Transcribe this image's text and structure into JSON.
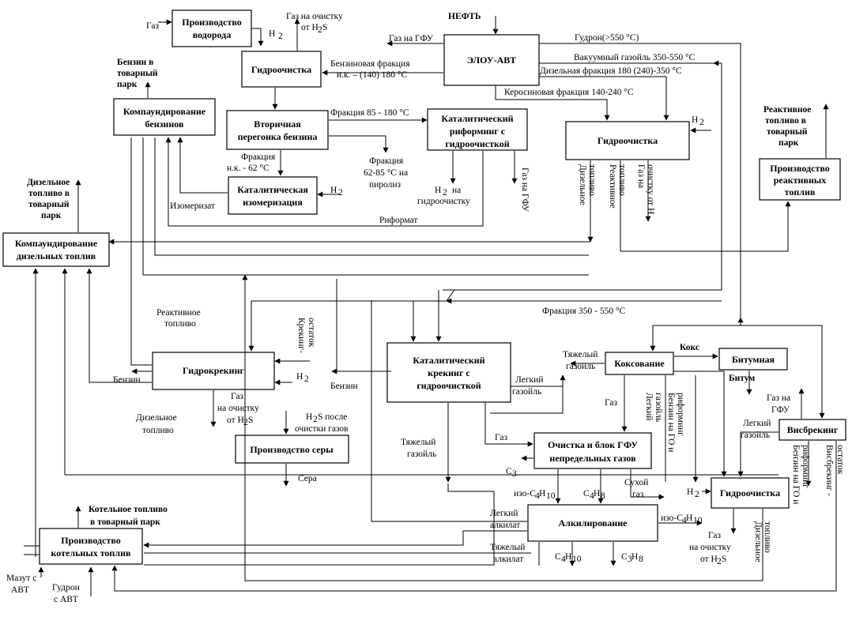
{
  "header": {
    "oil": "НЕФТЬ"
  },
  "boxes": {
    "elou": [
      "ЭЛОУ-АВТ"
    ],
    "h2prod": [
      "Производство",
      "водорода"
    ],
    "go1": [
      "Гидроочистка"
    ],
    "kompben": [
      "Компаундирование",
      "бензинов"
    ],
    "vtor": [
      "Вторичная",
      "перегонка бензина"
    ],
    "kat_ref": [
      "Каталитический",
      "риформинг с",
      "гидроочисткой"
    ],
    "kat_iso": [
      "Каталитическая",
      "изомеризация"
    ],
    "go2": [
      "Гидроочистка"
    ],
    "react": [
      "Производство",
      "реактивных",
      "топлив"
    ],
    "kompdiz": [
      "Компаундирование",
      "дизельных топлив"
    ],
    "gk": [
      "Гидрокрекинг"
    ],
    "kk": [
      "Каталитический",
      "крекинг с",
      "гидроочисткой"
    ],
    "koks": [
      "Коксование"
    ],
    "bitum": [
      "Битумная"
    ],
    "sera": [
      "Производство серы"
    ],
    "gfu": [
      "Очистка и блок ГФУ",
      "непредельных газов"
    ],
    "visb": [
      "Висбрекинг"
    ],
    "go3": [
      "Гидроочистка"
    ],
    "alk": [
      "Алкилирование"
    ],
    "kotel": [
      "Производство",
      "котельных топлив"
    ]
  },
  "labels": {
    "gaz": "Газ",
    "h2": "Н",
    "h2sub": "2",
    "gas_clean_1": "Газ на очистку",
    "gas_clean_2": "от Н",
    "gas_clean_s": "S",
    "gas_gfu": "Газ на ГФУ",
    "gudron": "Гудрон(>550 °С)",
    "vac_gas": "Вакуумный газойль 350-550 °С",
    "diz_frac": "Дизельная фракция 180 (240)-350 °С",
    "ker_frac": "Керосиновая фракция 140-240 °С",
    "benz_frac_1": "Бензиновая фракция",
    "benz_frac_2": "н.к. – (140) 180 °С",
    "benz_park_1": "Бензин в",
    "benz_park_2": "товарный",
    "benz_park_3": "парк",
    "frac85": "Фракция 85 - 180 °С",
    "frac_nk_1": "Фракция",
    "frac_nk_2": "н.к. - 62 °С",
    "frac6285_1": "Фракция",
    "frac6285_2": "62-85 °С на",
    "frac6285_3": "пиролиз",
    "h2_na": "на",
    "h2_hydro": "гидроочистку",
    "gas_gfu_v": "Газ на ГФУ",
    "izomerizat": "Изомеризат",
    "riformat": "Риформат",
    "react_park_1": "Реактивное",
    "react_park_2": "топливо в",
    "react_park_3": "товарный",
    "react_park_4": "парк",
    "diz_park_1": "Дизельное",
    "diz_park_2": "топливо в",
    "diz_park_3": "товарный",
    "diz_park_4": "парк",
    "v_diz_1": "Дизельное",
    "v_diz_2": "топливо",
    "v_react_1": "Реактивное",
    "v_react_2": "топливо",
    "v_gas_1": "Газ на",
    "v_gas_2": "очистку от Н",
    "frac350": "Фракция 350 - 550 °С",
    "react_fuel_1": "Реактивное",
    "react_fuel_2": "топливо",
    "kreking_1": "Крекинг-",
    "kreking_2": "остаток",
    "benzin": "Бензин",
    "diz_fuel_1": "Дизельное",
    "diz_fuel_2": "топливо",
    "gas_na": "Газ",
    "gas_na_2": "на очистку",
    "gas_ot": "от Н",
    "h2s_after_1": "S после",
    "h2s_after_2": "очистки газов",
    "sera_out": "Сера",
    "heavy_gas_1": "Тяжелый",
    "heavy_gas_2": "газойль",
    "light_gas_1": "Легкий",
    "light_gas_2": "газойль",
    "koks_out": "Кокс",
    "bitum_out": "Битум",
    "vg_light_1": "Легкий",
    "vg_light_2": "газойль",
    "vg_benz_1": "Бензин на ГО и",
    "vg_benz_2": "риформинг",
    "c3": "С",
    "c3sub": "3",
    "izo_c4": "изо-С",
    "c4sub": "4",
    "h10sub": "10",
    "c4h8": "С",
    "h8sub": "8",
    "h_letter": "Н",
    "dry_gas_1": "Сухой",
    "dry_gas_2": "газ",
    "gas_gfu_2_1": "Газ на",
    "gas_gfu_2_2": "ГФУ",
    "light_g2_1": "Легкий",
    "light_g2_2": "газойль",
    "v_benz_go_1": "Бензин на ГО и",
    "v_benz_go_2": "риформинг",
    "v_visb_1": "Висбрекинг -",
    "v_visb_2": "остаток",
    "light_alk_1": "Легкий",
    "light_alk_2": "алкилат",
    "heavy_alk_1": "Тяжелый",
    "heavy_alk_2": "алкилат",
    "c4h10": "С",
    "c3h8": "С",
    "v_diz_go_1": "Дизельное",
    "v_diz_go_2": "топливо",
    "kotel_park_1": "Котельное топливо",
    "kotel_park_2": "в товарный парк",
    "mazut_1": "Мазут с",
    "mazut_2": "АВТ",
    "gudron_1": "Гудрон",
    "gudron_2": "с АВТ"
  }
}
